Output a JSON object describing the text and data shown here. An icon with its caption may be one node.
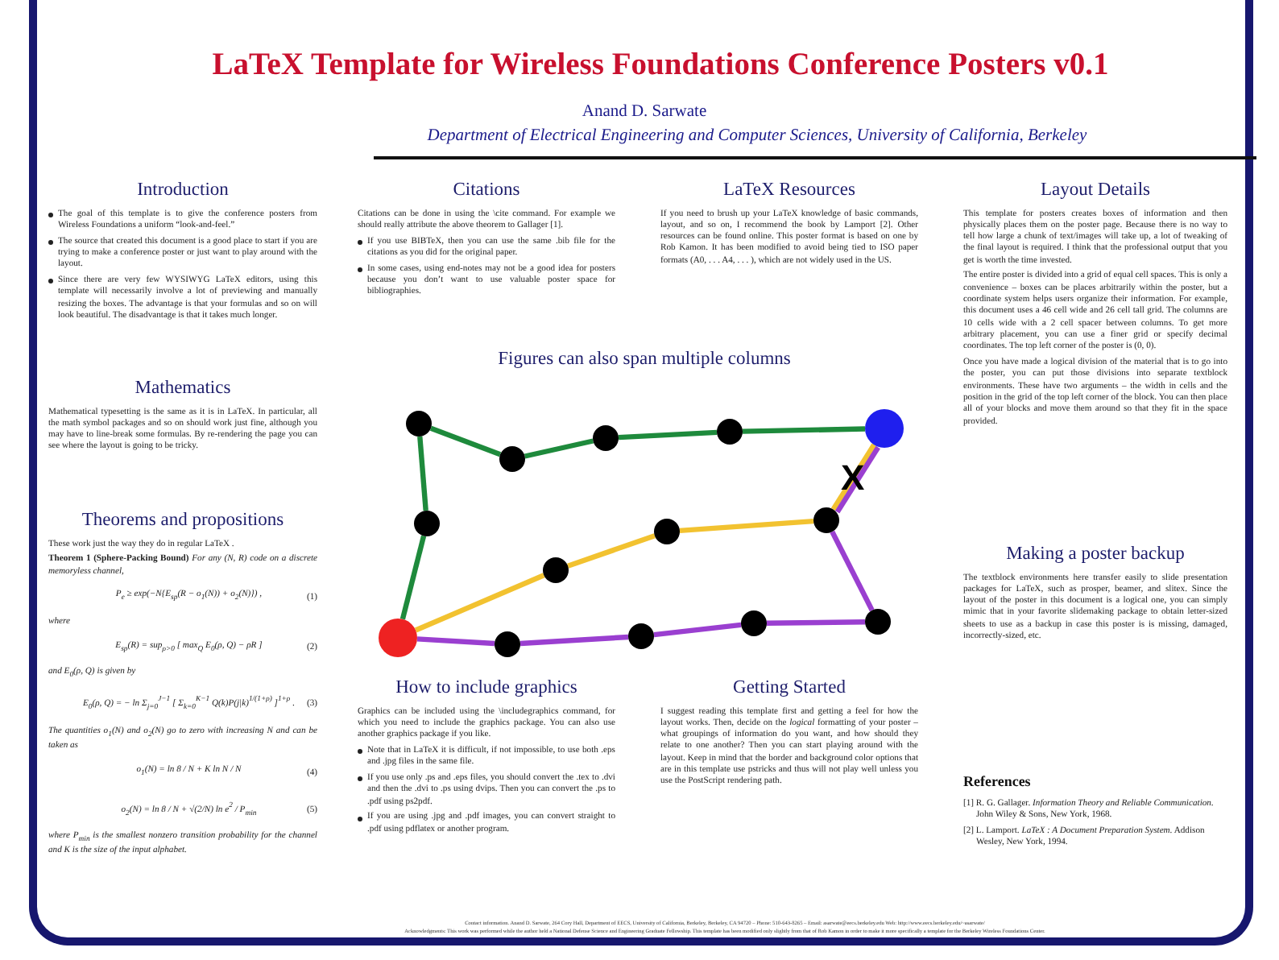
{
  "diagram": {
    "title": "LaTeX Template for Wireless Foundations Conference Posters v0.1",
    "nodes": [
      {
        "text": [],
        "shape": "circle"
      },
      {
        "text": [],
        "shape": "circle"
      },
      {
        "text": [],
        "shape": "circle"
      },
      {
        "text": [],
        "shape": "circle"
      },
      {
        "text": [],
        "shape": "circle"
      },
      {
        "text": [],
        "shape": "circle"
      },
      {
        "text": [],
        "shape": "circle"
      },
      {
        "text": [],
        "shape": "circle"
      },
      {
        "text": [],
        "shape": "circle"
      },
      {
        "text": [],
        "shape": "circle"
      },
      {
        "text": [],
        "shape": "circle"
      },
      {
        "text": [],
        "shape": "circle"
      },
      {
        "text": [],
        "shape": "circle"
      },
      {
        "text": [],
        "shape": "circle"
      }
    ],
    "edges": [
      {
        "from": 0,
        "to": 2,
        "arrow": "none",
        "color": "#1e8a3c"
      },
      {
        "from": 2,
        "to": 1,
        "arrow": "none",
        "color": "#1e8a3c"
      },
      {
        "from": 1,
        "to": 4,
        "arrow": "none",
        "color": "#1e8a3c"
      },
      {
        "from": 4,
        "to": 6,
        "arrow": "none",
        "color": "#1e8a3c"
      },
      {
        "from": 6,
        "to": 9,
        "arrow": "none",
        "color": "#1e8a3c"
      },
      {
        "from": 9,
        "to": 13,
        "arrow": "none",
        "color": "#1e8a3c"
      },
      {
        "from": 0,
        "to": 5,
        "arrow": "none",
        "color": "#f2c230"
      },
      {
        "from": 5,
        "to": 8,
        "arrow": "none",
        "color": "#f2c230"
      },
      {
        "from": 8,
        "to": 11,
        "arrow": "none",
        "color": "#f2c230"
      },
      {
        "from": 11,
        "to": 13,
        "arrow": "none",
        "color": "#f2c230"
      },
      {
        "from": 0,
        "to": 3,
        "arrow": "none",
        "color": "#9a3fd0"
      },
      {
        "from": 3,
        "to": 7,
        "arrow": "none",
        "color": "#9a3fd0"
      },
      {
        "from": 7,
        "to": 10,
        "arrow": "none",
        "color": "#9a3fd0"
      },
      {
        "from": 10,
        "to": 12,
        "arrow": "none",
        "color": "#9a3fd0"
      },
      {
        "from": 12,
        "to": 11,
        "arrow": "none",
        "color": "#9a3fd0"
      },
      {
        "from": 11,
        "to": 13,
        "arrow": "none",
        "color": "#9a3fd0"
      }
    ],
    "labels": [
      "Anand D. Sarwate",
      "Department of Electrical Engineering and Computer Sciences, University of California, Berkeley",
      "Introduction",
      "The goal of this template is to give the conference posters from Wireless Foundations a uniform “look-and-feel.”",
      "The source that created this document is a good place to start if you are trying to make a conference poster or just want to play around with the layout.",
      "Since there are very few WYSIWYG LaTeX editors, using this template will necessarily involve a lot of previewing and manually resizing the boxes. The advantage is that your formulas and so on will look beautiful. The disadvantage is that it takes much longer.",
      "Mathematics",
      "Mathematical typesetting is the same as it is in LaTeX. In particular, all the math symbol packages and so on should work just fine, although you may have to line-break some formulas. By re-rendering the page you can see where the layout is going to be tricky.",
      "Theorems and propositions",
      "These work just the way they do in regular LaTeX .",
      "**Theorem 1 (Sphere-Packing Bound)** *For any (N, R) code on a discrete memoryless channel,*",
      "P$_{e}$ ≥ exp(−N{E$_{sp}$(R − o$_{1}$(N)) + o$_{2}$(N)}) ,",
      "(1)",
      "where",
      "E$_{sp}$(R) = sup$_{ρ>0}$ [ max$_{Q}$ E$_{0}$(ρ, Q) − ρR ]",
      "(2)",
      "and E$_{0}$(ρ, Q) is given by",
      "E$_{0}$(ρ, Q) = − ln Σ$_{j=0}$$^{J−1}$ [ Σ$_{k=0}$$^{K−1}$ Q(k)P(j|k)$^{1/(1+ρ)}$ ]$^{1+ρ}$ .",
      "(3)",
      "The quantities o$_{1}$(N) and o$_{2}$(N) go to zero with increasing N and can be taken as",
      "o$_{1}$(N) = ln 8 / N + K ln N / N",
      "(4)",
      "o$_{2}$(N) = ln 8 / N + √(2/N) ln e$^{2}$ / P$_{min}$",
      "(5)",
      "where P$_{min}$ is the smallest nonzero transition probability for the channel and K is the size of the input alphabet.",
      "Citations",
      "Citations can be done in using the \\cite command. For example we should really attribute the above theorem to Gallager [1].",
      "If you use BIBTeX, then you can use the same .bib file for the citations as you did for the original paper.",
      "In some cases, using end-notes may not be a good idea for posters because you don’t want to use valuable poster space for bibliographies.",
      "LaTeX Resources",
      "If you need to brush up your LaTeX knowledge of basic commands, layout, and so on, I recommend the book by Lamport [2]. Other resources can be found online. This poster format is based on one by Rob Kamon. It has been modified to avoid being tied to ISO paper formats (A0, . . . A4, . . . ), which are not widely used in the US.",
      "Figures can also span multiple columns",
      "X",
      "How to include graphics",
      "Graphics can be included using the \\includegraphics command, for which you need to include the graphics package. You can also use another graphics package if you like.",
      "Note that in LaTeX it is difficult, if not impossible, to use both .eps and .jpg files in the same file.",
      "If you use only .ps and .eps files, you should convert the .tex to .dvi and then the .dvi to .ps using dvips. Then you can convert the .ps to .pdf using ps2pdf.",
      "If you are using .jpg and .pdf images, you can convert straight to .pdf using pdflatex or another program.",
      "Getting Started",
      "I suggest reading this template first and getting a feel for how the layout works. Then, decide on the *logical* formatting of your poster – what groupings of information do you want, and how should they relate to one another? Then you can start playing around with the layout. Keep in mind that the border and background color options that are in this template use pstricks and thus will not play well unless you use the PostScript rendering path.",
      "Layout Details",
      "This template for posters creates boxes of information and then physically places them on the poster page. Because there is no way to tell how large a chunk of text/images will take up, a lot of tweaking of the final layout is required. I think that the professional output that you get is worth the time invested.",
      "The entire poster is divided into a grid of equal cell spaces. This is only a convenience – boxes can be places arbitrarily within the poster, but a coordinate system helps users organize their information. For example, this document uses a 46 cell wide and 26 cell tall grid. The columns are 10 cells wide with a 2 cell spacer between columns. To get more arbitrary placement, you can use a finer grid or specify decimal coordinates. The top left corner of the poster is (0, 0).",
      "Once you have made a logical division of the material that is to go into the poster, you can put those divisions into separate textblock environments. These have two arguments – the width in cells and the position in the grid of the top left corner of the block. You can then place all of your blocks and move them around so that they fit in the space provided.",
      "Making a poster backup",
      "The textblock environments here transfer easily to slide presentation packages for LaTeX, such as prosper, beamer, and slitex. Since the layout of the poster in this document is a logical one, you can simply mimic that in your favorite slidemaking package to obtain letter-sized sheets to use as a backup in case this poster is is missing, damaged, incorrectly-sized, etc.",
      "References",
      "[1] R. G. Gallager. *Information Theory and Reliable Communication.* John Wiley & Sons, New York, 1968.",
      "[2] L. Lamport. *LaTeX : A Document Preparation System.* Addison Wesley, New York, 1994.",
      "Contact information. Anand D. Sarwate, 264 Cory Hall, Department of EECS, University of California, Berkeley, Berkeley, CA 94720 – Phone: 510-643-8265 – Email: asarwate@eecs.berkeley.edu Web: http://www.eecs.berkeley.edu/~asarwate/",
      "Acknowledgments: This work was performed while the author held a National Defense Science and Engineering Graduate Fellowship. This template has been modified only slightly from that of Rob Kamon in order to make it more specifically a template for the Berkeley Wireless Foundations Center."
    ]
  }
}
